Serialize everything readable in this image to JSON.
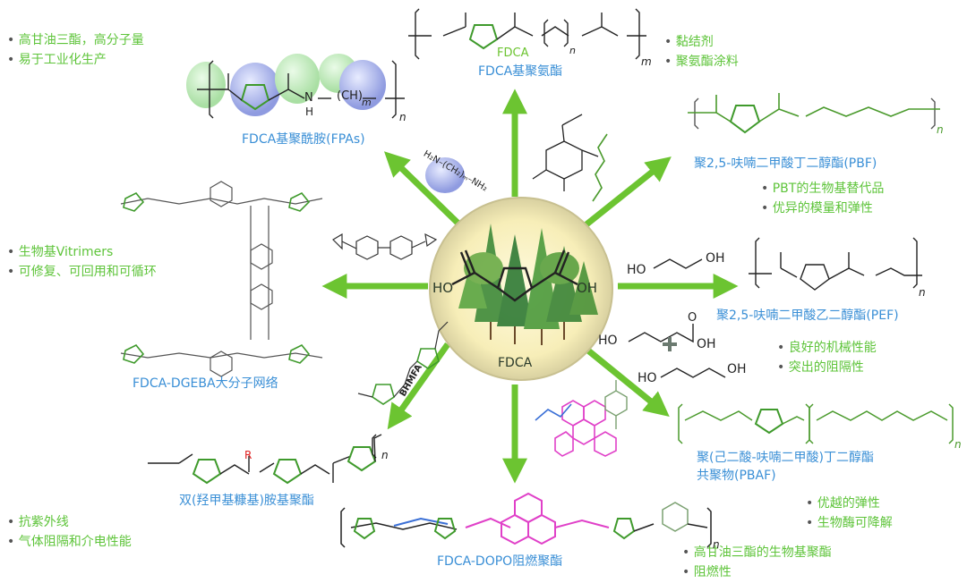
{
  "center": {
    "label": "FDCA",
    "ho_left": "HO",
    "oh_right": "OH"
  },
  "products": {
    "fpa": {
      "title": "FDCA基聚酰胺(FPAs)",
      "points": [
        "高甘油三酯，高分子量",
        "易于工业化生产"
      ]
    },
    "pu": {
      "title": "FDCA基聚氨酯",
      "inner": "FDCA",
      "points": [
        "黏结剂",
        "聚氨酯涂料"
      ]
    },
    "pbf": {
      "title": "聚2,5-呋喃二甲酸丁二醇酯(PBF)",
      "points": [
        "PBT的生物基替代品",
        "优异的模量和弹性"
      ]
    },
    "vitrimer": {
      "title": "FDCA-DGEBA大分子网络",
      "points": [
        "生物基Vitrimers",
        "可修复、可回用和可循环"
      ]
    },
    "pef": {
      "title": "聚2,5-呋喃二甲酸乙二醇酯(PEF)",
      "points": [
        "良好的机械性能",
        "突出的阻隔性"
      ]
    },
    "pbaf": {
      "title_line1": "聚(己二酸-呋喃二甲酸)丁二醇酯",
      "title_line2": "共聚物(PBAF)",
      "points": [
        "优越的弹性",
        "生物酶可降解"
      ]
    },
    "amine": {
      "title": "双(羟甲基糠基)胺基聚酯",
      "points": [
        "抗紫外线",
        "气体阻隔和介电性能"
      ]
    },
    "dopo": {
      "title": "FDCA-DOPO阻燃聚酯",
      "points": [
        "高甘油三酯的生物基聚酯",
        "阻燃性"
      ]
    }
  },
  "reagents": {
    "diamine": "H₂N–(CH₂)ₘ–NH₂",
    "ethylene_glycol": {
      "ho": "HO",
      "oh": "OH"
    },
    "adipic": {
      "ho": "HO",
      "oh": "OH",
      "o": "O"
    },
    "butanediol": {
      "ho": "HO",
      "oh": "OH"
    },
    "bhmfa": "BHMFA"
  },
  "chem_labels": {
    "o": "O",
    "n": "n",
    "m": "m",
    "h": "H",
    "nh": "N",
    "r": "R",
    "ch2": "(CH)"
  },
  "colors": {
    "arrow": "#6cc431",
    "title": "#3a8fd6",
    "point": "#5ec43a",
    "furan": "#3f9a2c",
    "pink": "#e040c8"
  }
}
